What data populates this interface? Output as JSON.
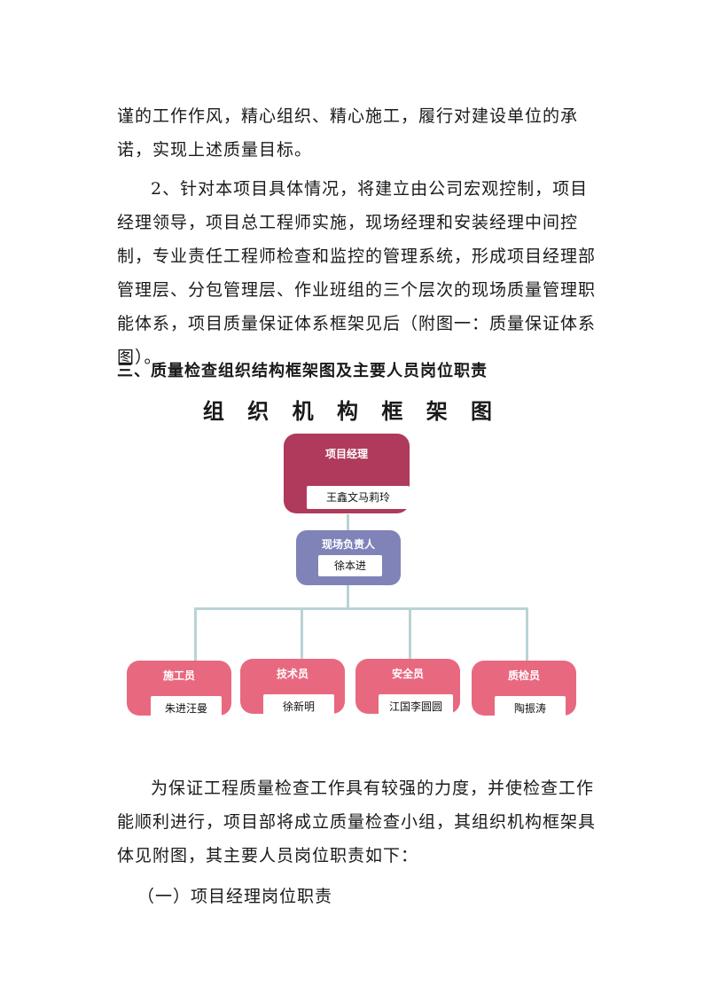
{
  "paragraphs": {
    "p1": "谨的工作作风，精心组织、精心施工，履行对建设单位的承诺，实现上述质量目标。",
    "p2": "2、针对本项目具体情况，将建立由公司宏观控制，项目经理领导，项目总工程师实施，现场经理和安装经理中间控制，专业责任工程师检查和监控的管理系统，形成项目经理部管理层、分包管理层、作业班组的三个层次的现场质量管理职能体系，项目质量保证体系框架见后（附图一：质量保证体系图）。",
    "p3": "为保证工程质量检查工作具有较强的力度，并使检查工作能顺利进行，项目部将成立质量检查小组，其组织机构框架具体见附图，其主要人员岗位职责如下："
  },
  "section_heading": "三、质量检查组织结构框架图及主要人员岗位职责",
  "chart_title": "组 织 机 构 框 架 图",
  "org": {
    "manager": {
      "title": "项目经理",
      "name": "王鑫文马莉玲",
      "color": "#b03a5b"
    },
    "site": {
      "title": "现场负责人",
      "name": "徐本进",
      "color": "#7f83b8"
    },
    "roles": [
      {
        "title": "施工员",
        "name": "朱进汪曼",
        "color": "#e8697f"
      },
      {
        "title": "技术员",
        "name": "徐新明",
        "color": "#e8697f"
      },
      {
        "title": "安全员",
        "name": "江国李圆圆",
        "color": "#e8697f"
      },
      {
        "title": "质检员",
        "name": "陶振涛",
        "color": "#e8697f"
      }
    ],
    "connector_color": "#b9d3d4"
  },
  "subsection_heading": "（一）项目经理岗位职责"
}
